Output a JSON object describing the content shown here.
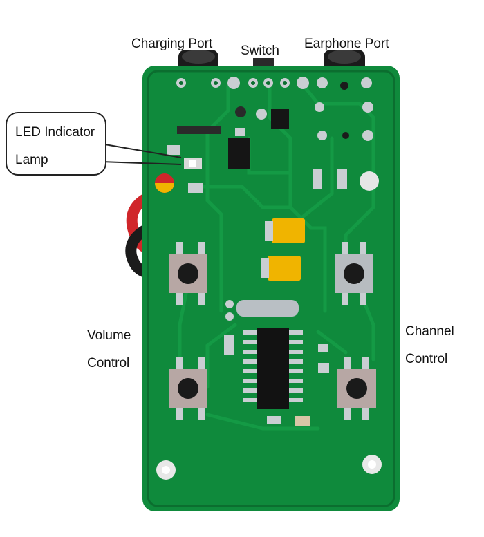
{
  "labels": {
    "charging_port": "Charging Port",
    "switch": "Switch",
    "earphone_port": "Earphone Port",
    "led_line1": "LED Indicator",
    "led_line2": "Lamp",
    "volume_line1": "Volume",
    "volume_line2": "Control",
    "channel_line1": "Channel",
    "channel_line2": "Control"
  },
  "colors": {
    "board": "#0f8a3c",
    "board_dark": "#0b6e2f",
    "trace": "#149a45",
    "pad": "#c9ced2",
    "button_black": "#1a1a1a",
    "capacitor": "#f0b400",
    "wire_red": "#d0262a",
    "wire_black": "#1b1b1b"
  }
}
